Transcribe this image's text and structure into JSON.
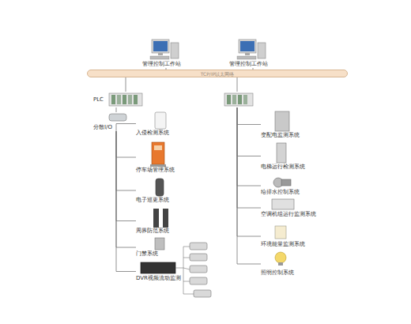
{
  "diagram": {
    "nodes": [
      {
        "text": [
          "管理控制工作站"
        ]
      },
      {
        "text": [
          "管理控制工作站"
        ]
      },
      {
        "text": [
          "TCP/IP以太网络"
        ]
      },
      {
        "text": [
          "PLC"
        ]
      },
      {
        "text": [
          "分散I/O"
        ]
      },
      {
        "text": [
          "入侵检测系统"
        ]
      },
      {
        "text": [
          "停车场管理系统"
        ]
      },
      {
        "text": [
          "电子巡更系统"
        ]
      },
      {
        "text": [
          "周界防范系统"
        ]
      },
      {
        "text": [
          "门禁系统"
        ]
      },
      {
        "text": [
          "DVR视频流动监测"
        ]
      },
      {
        "text": []
      },
      {
        "text": [
          "变配电监测系统"
        ]
      },
      {
        "text": [
          "电梯运行检测系统"
        ]
      },
      {
        "text": [
          "给排水控制系统"
        ]
      },
      {
        "text": [
          "空调机组运行监测系统"
        ]
      },
      {
        "text": [
          "环境能量监测系统"
        ]
      },
      {
        "text": [
          "照明控制系统"
        ]
      }
    ],
    "edges": [
      {
        "from": 0,
        "to": 2,
        "arrow": "none"
      },
      {
        "from": 1,
        "to": 2,
        "arrow": "none"
      },
      {
        "from": 2,
        "to": 3,
        "arrow": "none"
      },
      {
        "from": 3,
        "to": 4,
        "arrow": "none"
      },
      {
        "from": 4,
        "to": 5,
        "arrow": "none"
      },
      {
        "from": 4,
        "to": 6,
        "arrow": "none"
      },
      {
        "from": 4,
        "to": 7,
        "arrow": "none"
      },
      {
        "from": 4,
        "to": 8,
        "arrow": "none"
      },
      {
        "from": 4,
        "to": 9,
        "arrow": "none"
      },
      {
        "from": 4,
        "to": 10,
        "arrow": "none"
      },
      {
        "from": 2,
        "to": 11,
        "arrow": "none"
      },
      {
        "from": 11,
        "to": 12,
        "arrow": "none"
      },
      {
        "from": 11,
        "to": 13,
        "arrow": "none"
      },
      {
        "from": 11,
        "to": 14,
        "arrow": "none"
      },
      {
        "from": 11,
        "to": 15,
        "arrow": "none"
      },
      {
        "from": 11,
        "to": 16,
        "arrow": "none"
      },
      {
        "from": 11,
        "to": 17,
        "arrow": "none"
      }
    ]
  }
}
